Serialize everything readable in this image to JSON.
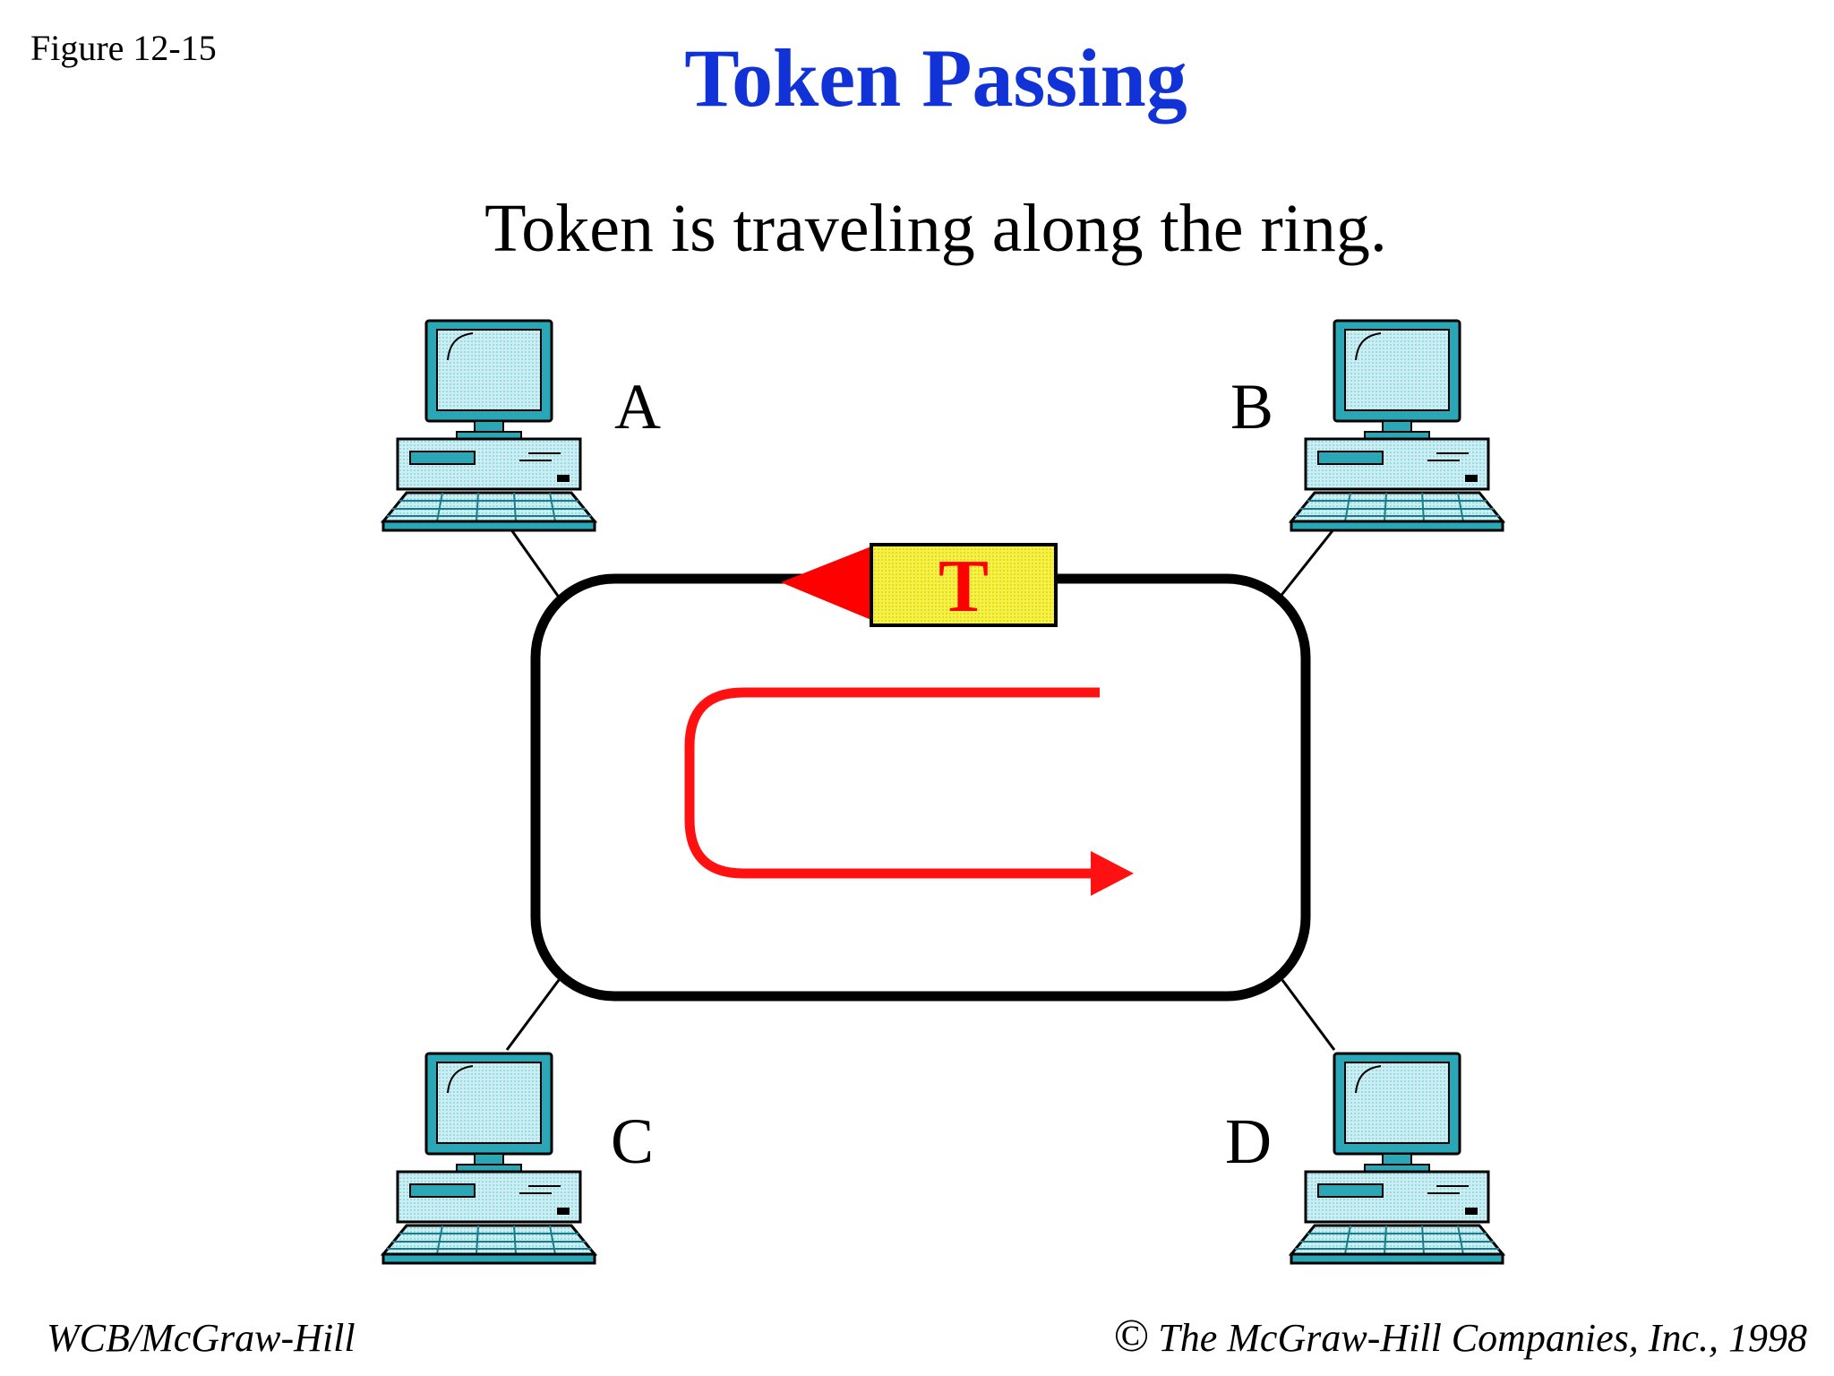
{
  "figure_label": "Figure 12-15",
  "title": "Token Passing",
  "subtitle": "Token is traveling along the ring.",
  "stations": [
    {
      "label": "A"
    },
    {
      "label": "B"
    },
    {
      "label": "C"
    },
    {
      "label": "D"
    }
  ],
  "token": {
    "label": "T",
    "fill_color": "#f4ef3a",
    "text_color": "#ff0000"
  },
  "direction_arrow_color": "#ff1111",
  "ring_color": "#000000",
  "title_color": "#1132d6",
  "footer": {
    "publisher": "WCB/McGraw-Hill",
    "copyright_symbol": "©",
    "copyright": "The McGraw-Hill Companies, Inc., 1998"
  }
}
